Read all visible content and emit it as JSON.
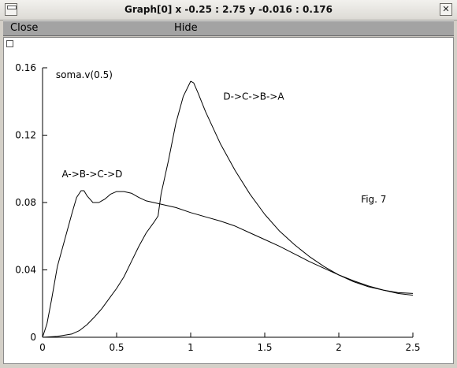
{
  "window": {
    "title": "Graph[0]  x -0.25 : 2.75  y -0.016 : 0.176"
  },
  "toolbar": {
    "close_label": "Close",
    "hide_label": "Hide"
  },
  "chart_data": {
    "type": "line",
    "title": "",
    "xlabel": "",
    "ylabel": "",
    "xlim": [
      0,
      2.5
    ],
    "ylim": [
      0,
      0.16
    ],
    "grid": false,
    "x_ticks": [
      0,
      0.5,
      1,
      1.5,
      2,
      2.5
    ],
    "x_tick_labels": [
      "0",
      "0.5",
      "1",
      "1.5",
      "2",
      "2.5"
    ],
    "y_ticks": [
      0,
      0.04,
      0.08,
      0.12,
      0.16
    ],
    "y_tick_labels": [
      "0",
      "0.04",
      "0.08",
      "0.12",
      "0.16"
    ],
    "annotations": [
      {
        "text": "soma.v(0.5)",
        "x": 0.09,
        "y": 0.154
      },
      {
        "text": "D->C->B->A",
        "x": 1.22,
        "y": 0.141
      },
      {
        "text": "A->B->C->D",
        "x": 0.13,
        "y": 0.095
      },
      {
        "text": "Fig. 7",
        "x": 2.15,
        "y": 0.08
      }
    ],
    "series": [
      {
        "name": "A->B->C->D",
        "x": [
          0,
          0.03,
          0.06,
          0.1,
          0.15,
          0.2,
          0.23,
          0.26,
          0.28,
          0.3,
          0.34,
          0.38,
          0.42,
          0.46,
          0.5,
          0.55,
          0.6,
          0.65,
          0.7,
          0.8,
          0.9,
          1.0,
          1.1,
          1.2,
          1.3,
          1.4,
          1.5,
          1.6,
          1.7,
          1.8,
          1.9,
          2.0,
          2.1,
          2.2,
          2.3,
          2.4,
          2.5
        ],
        "y": [
          0,
          0.008,
          0.022,
          0.042,
          0.058,
          0.074,
          0.083,
          0.087,
          0.087,
          0.084,
          0.08,
          0.08,
          0.082,
          0.085,
          0.0865,
          0.0865,
          0.0855,
          0.083,
          0.081,
          0.079,
          0.077,
          0.074,
          0.0715,
          0.069,
          0.066,
          0.062,
          0.058,
          0.054,
          0.0495,
          0.045,
          0.041,
          0.037,
          0.0335,
          0.0305,
          0.028,
          0.026,
          0.025
        ]
      },
      {
        "name": "D->C->B->A",
        "x": [
          0,
          0.1,
          0.2,
          0.25,
          0.3,
          0.35,
          0.4,
          0.45,
          0.5,
          0.55,
          0.6,
          0.65,
          0.7,
          0.75,
          0.78,
          0.8,
          0.85,
          0.9,
          0.95,
          1.0,
          1.02,
          1.05,
          1.1,
          1.2,
          1.3,
          1.4,
          1.5,
          1.6,
          1.7,
          1.8,
          1.9,
          2.0,
          2.1,
          2.2,
          2.3,
          2.4,
          2.5
        ],
        "y": [
          0,
          0.0005,
          0.002,
          0.004,
          0.0075,
          0.012,
          0.017,
          0.023,
          0.029,
          0.036,
          0.045,
          0.054,
          0.062,
          0.068,
          0.072,
          0.085,
          0.105,
          0.127,
          0.143,
          0.152,
          0.151,
          0.145,
          0.134,
          0.115,
          0.099,
          0.085,
          0.073,
          0.063,
          0.055,
          0.048,
          0.042,
          0.037,
          0.033,
          0.03,
          0.028,
          0.0265,
          0.026
        ]
      }
    ]
  }
}
